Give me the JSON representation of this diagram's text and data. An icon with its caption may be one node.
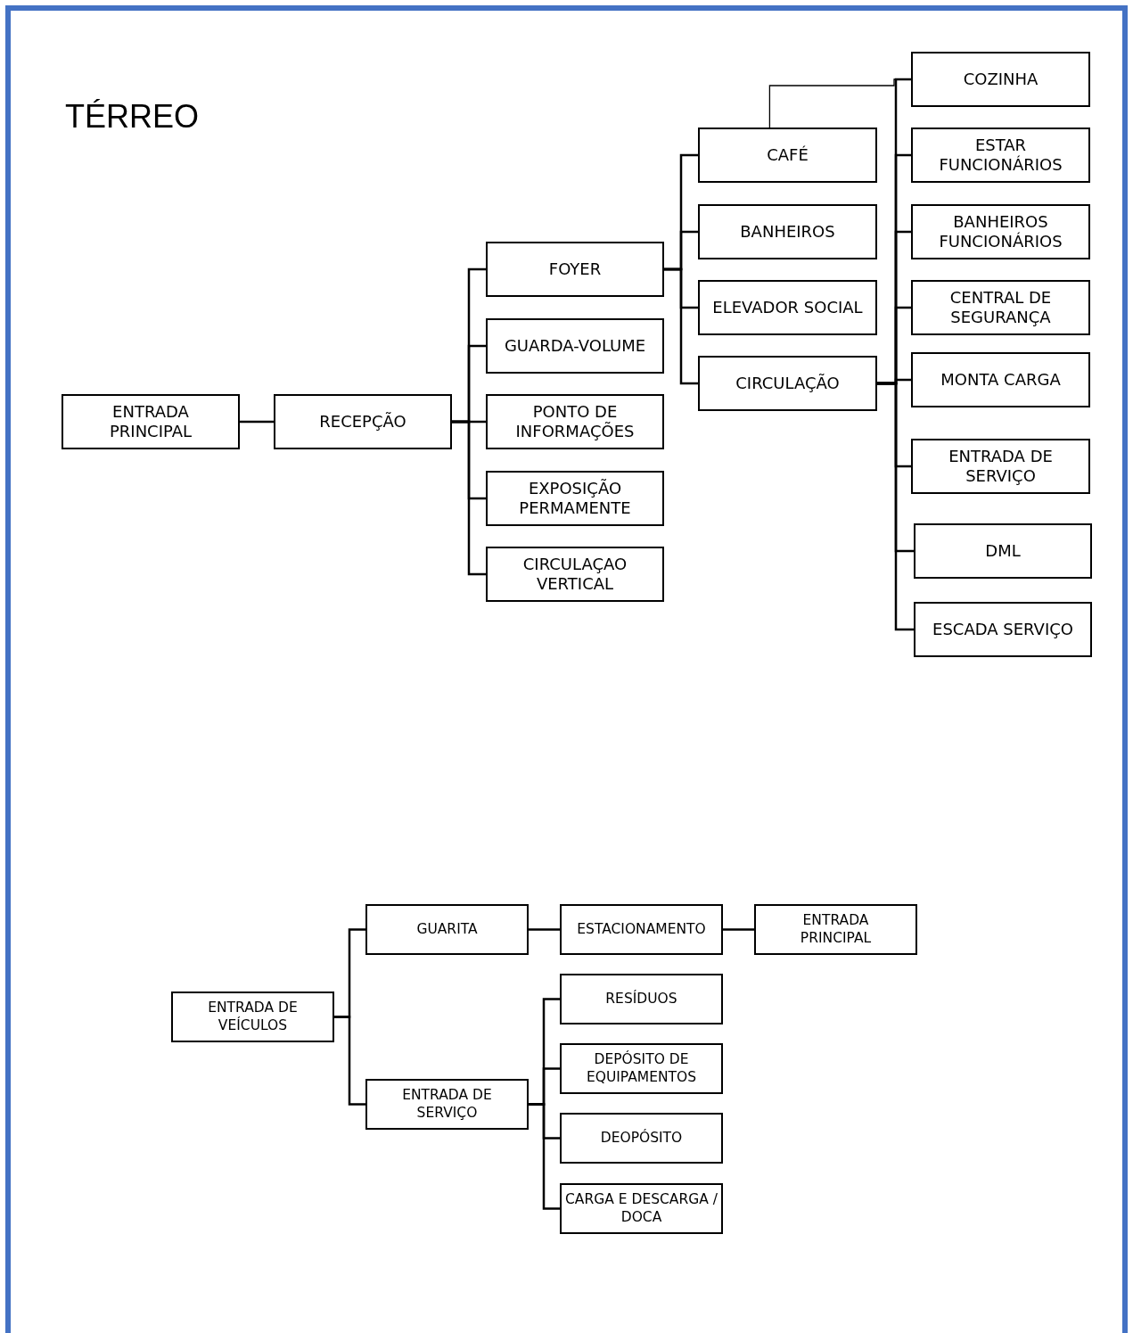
{
  "diagram": {
    "title": "TÉRREO",
    "nodes": [
      {
        "text": [
          "ENTRADA PRINCIPAL"
        ]
      },
      {
        "text": [
          "RECEPÇÃO"
        ]
      },
      {
        "text": [
          "FOYER"
        ]
      },
      {
        "text": [
          "GUARDA-VOLUME"
        ]
      },
      {
        "text": [
          "PONTO DE INFORMAÇÕES"
        ]
      },
      {
        "text": [
          "EXPOSIÇÃO PERMAMENTE"
        ]
      },
      {
        "text": [
          "CIRCULAÇAO VERTICAL"
        ]
      },
      {
        "text": [
          "CAFÉ"
        ]
      },
      {
        "text": [
          "BANHEIROS"
        ]
      },
      {
        "text": [
          "ELEVADOR SOCIAL"
        ]
      },
      {
        "text": [
          "CIRCULAÇÃO"
        ]
      },
      {
        "text": [
          "COZINHA"
        ]
      },
      {
        "text": [
          "ESTAR FUNCIONÁRIOS"
        ]
      },
      {
        "text": [
          "BANHEIROS FUNCIONÁRIOS"
        ]
      },
      {
        "text": [
          "CENTRAL DE SEGURANÇA"
        ]
      },
      {
        "text": [
          "MONTA CARGA"
        ]
      },
      {
        "text": [
          "ENTRADA DE SERVIÇO"
        ]
      },
      {
        "text": [
          "DML"
        ]
      },
      {
        "text": [
          "ESCADA SERVIÇO"
        ]
      },
      {
        "text": [
          "ENTRADA DE VEÍCULOS"
        ]
      },
      {
        "text": [
          "GUARITA"
        ]
      },
      {
        "text": [
          "ESTACIONAMENTO"
        ]
      },
      {
        "text": [
          "ENTRADA PRINCIPAL"
        ]
      },
      {
        "text": [
          "ENTRADA DE SERVIÇO"
        ]
      },
      {
        "text": [
          "RESÍDUOS"
        ]
      },
      {
        "text": [
          "DEPÓSITO DE EQUIPAMENTOS"
        ]
      },
      {
        "text": [
          "DEOPÓSITO"
        ]
      },
      {
        "text": [
          "CARGA E DESCARGA / DOCA"
        ]
      }
    ],
    "edges": [
      {
        "from": 0,
        "to": 1,
        "arrow": "none"
      },
      {
        "from": 1,
        "to": 2,
        "arrow": "none"
      },
      {
        "from": 1,
        "to": 3,
        "arrow": "none"
      },
      {
        "from": 1,
        "to": 4,
        "arrow": "none"
      },
      {
        "from": 1,
        "to": 5,
        "arrow": "none"
      },
      {
        "from": 1,
        "to": 6,
        "arrow": "none"
      },
      {
        "from": 2,
        "to": 7,
        "arrow": "none"
      },
      {
        "from": 2,
        "to": 8,
        "arrow": "none"
      },
      {
        "from": 2,
        "to": 9,
        "arrow": "none"
      },
      {
        "from": 2,
        "to": 10,
        "arrow": "none"
      },
      {
        "from": 7,
        "to": 11,
        "arrow": "none"
      },
      {
        "from": 10,
        "to": 11,
        "arrow": "none"
      },
      {
        "from": 10,
        "to": 12,
        "arrow": "none"
      },
      {
        "from": 10,
        "to": 13,
        "arrow": "none"
      },
      {
        "from": 10,
        "to": 14,
        "arrow": "none"
      },
      {
        "from": 10,
        "to": 15,
        "arrow": "none"
      },
      {
        "from": 10,
        "to": 16,
        "arrow": "none"
      },
      {
        "from": 10,
        "to": 17,
        "arrow": "none"
      },
      {
        "from": 10,
        "to": 18,
        "arrow": "none"
      },
      {
        "from": 19,
        "to": 20,
        "arrow": "none"
      },
      {
        "from": 19,
        "to": 23,
        "arrow": "none"
      },
      {
        "from": 20,
        "to": 21,
        "arrow": "none"
      },
      {
        "from": 21,
        "to": 22,
        "arrow": "none"
      },
      {
        "from": 23,
        "to": 24,
        "arrow": "none"
      },
      {
        "from": 23,
        "to": 25,
        "arrow": "none"
      },
      {
        "from": 23,
        "to": 26,
        "arrow": "none"
      },
      {
        "from": 23,
        "to": 27,
        "arrow": "none"
      }
    ]
  }
}
